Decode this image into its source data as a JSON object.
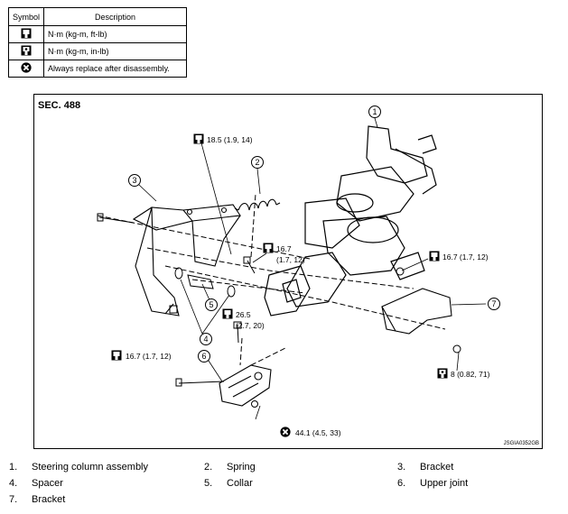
{
  "legend": {
    "header": {
      "symbol": "Symbol",
      "description": "Description"
    },
    "rows": [
      {
        "icon": "torque-ftlb-icon",
        "text": "N·m (kg-m, ft-lb)"
      },
      {
        "icon": "torque-inlb-icon",
        "text": "N·m (kg-m, in-lb)"
      },
      {
        "icon": "replace-icon",
        "text": "Always replace after disassembly."
      }
    ]
  },
  "diagram": {
    "section": "SEC. 488",
    "code": "JSGIA0352GB",
    "callouts": [
      "1",
      "2",
      "3",
      "4",
      "5",
      "6",
      "7"
    ],
    "torques": {
      "t1": "18.5 (1.9, 14)",
      "t2a": "16.7",
      "t2b": "(1.7, 12)",
      "t3": "16.7 (1.7, 12)",
      "t4": "16.7 (1.7, 12)",
      "t5a": "26.5",
      "t5b": "(2.7, 20)",
      "t6": "8 (0.82, 71)",
      "t7": "44.1 (4.5, 33)"
    }
  },
  "parts": [
    {
      "num": "1.",
      "name": "Steering column assembly"
    },
    {
      "num": "2.",
      "name": "Spring"
    },
    {
      "num": "3.",
      "name": "Bracket"
    },
    {
      "num": "4.",
      "name": "Spacer"
    },
    {
      "num": "5.",
      "name": "Collar"
    },
    {
      "num": "6.",
      "name": "Upper joint"
    },
    {
      "num": "7.",
      "name": "Bracket"
    }
  ]
}
